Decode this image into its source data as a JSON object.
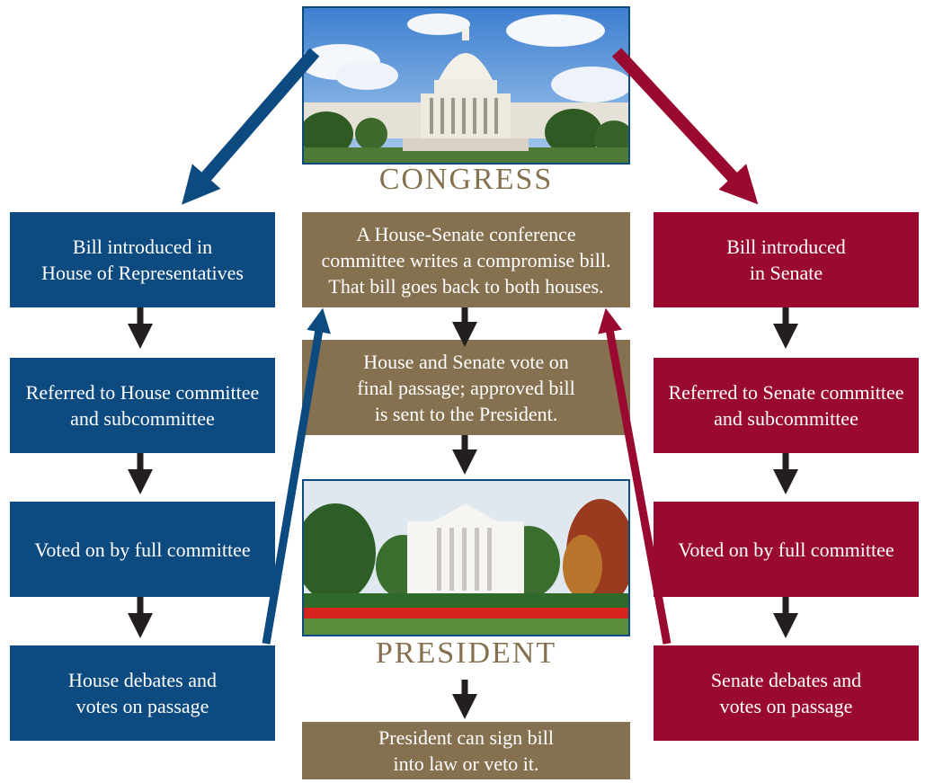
{
  "house": {
    "steps": [
      "Bill introduced in\nHouse of Representatives",
      "Referred to House committee\nand subcommittee",
      "Voted on by full committee",
      "House debates and\nvotes on passage"
    ],
    "color": "#0d4a80"
  },
  "senate": {
    "steps": [
      "Bill introduced\nin Senate",
      "Referred to Senate committee\nand subcommittee",
      "Voted on by full committee",
      "Senate debates and\nvotes on passage"
    ],
    "color": "#9a0a30"
  },
  "center": {
    "congress_label": "CONGRESS",
    "conference": "A House-Senate conference\ncommittee writes a compromise bill.\nThat bill goes back to both houses.",
    "final_vote": "House and Senate vote on\nfinal passage; approved bill\nis sent to the President.",
    "president_label": "PRESIDENT",
    "president_action": "President can sign bill\ninto law or veto it.",
    "color": "#85714f"
  }
}
